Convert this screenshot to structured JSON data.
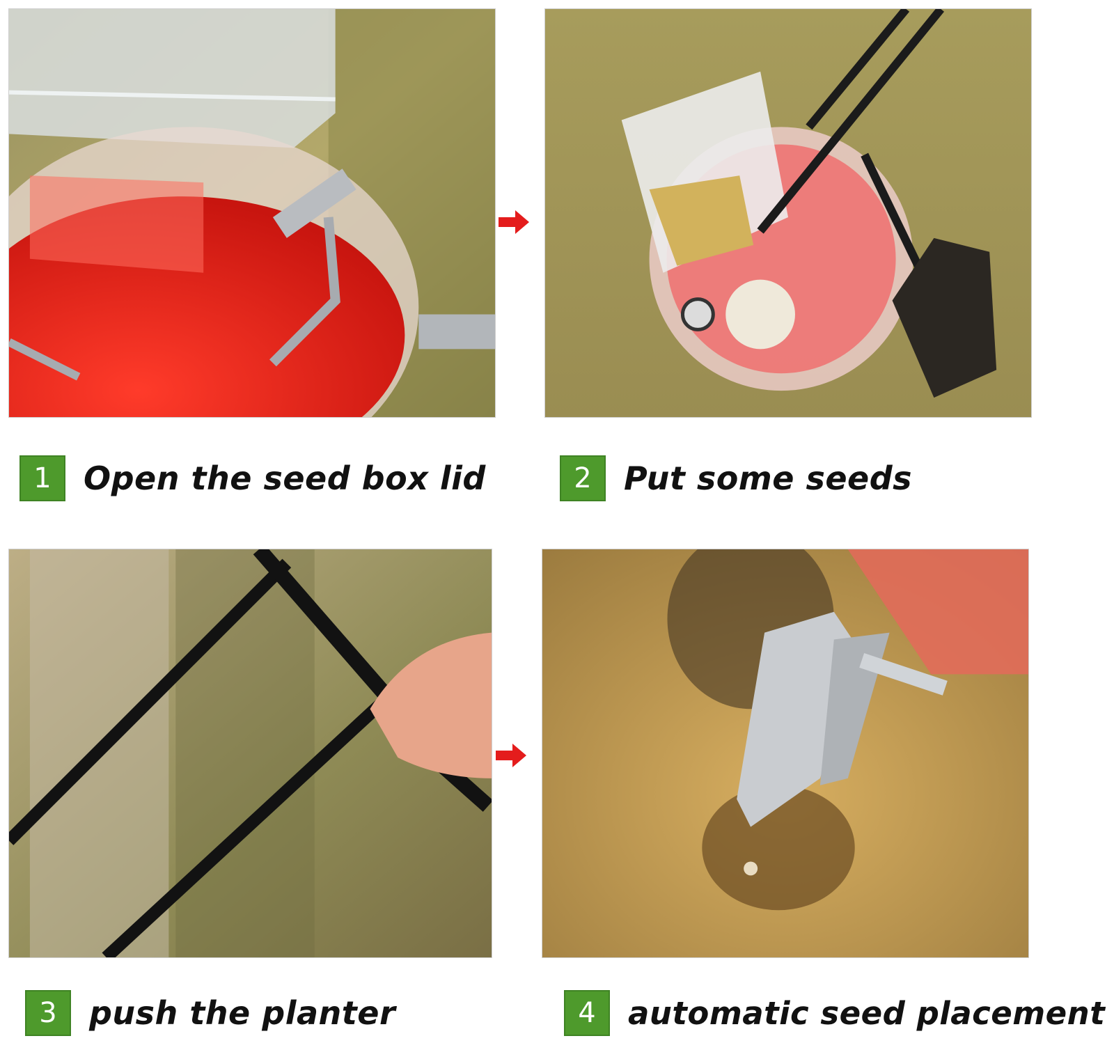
{
  "steps": [
    {
      "number": "1",
      "label": "Open the seed box lid"
    },
    {
      "number": "2",
      "label": "Put some seeds"
    },
    {
      "number": "3",
      "label": "push the planter"
    },
    {
      "number": "4",
      "label": "automatic seed placement"
    }
  ],
  "colors": {
    "badge_green": "#4e9a2c",
    "arrow_red": "#e41c1c",
    "planter_red": "#e02a24",
    "grass": "#a39a55",
    "soil": "#c79a4a"
  },
  "icons": {
    "arrow": "right-arrow-icon"
  }
}
